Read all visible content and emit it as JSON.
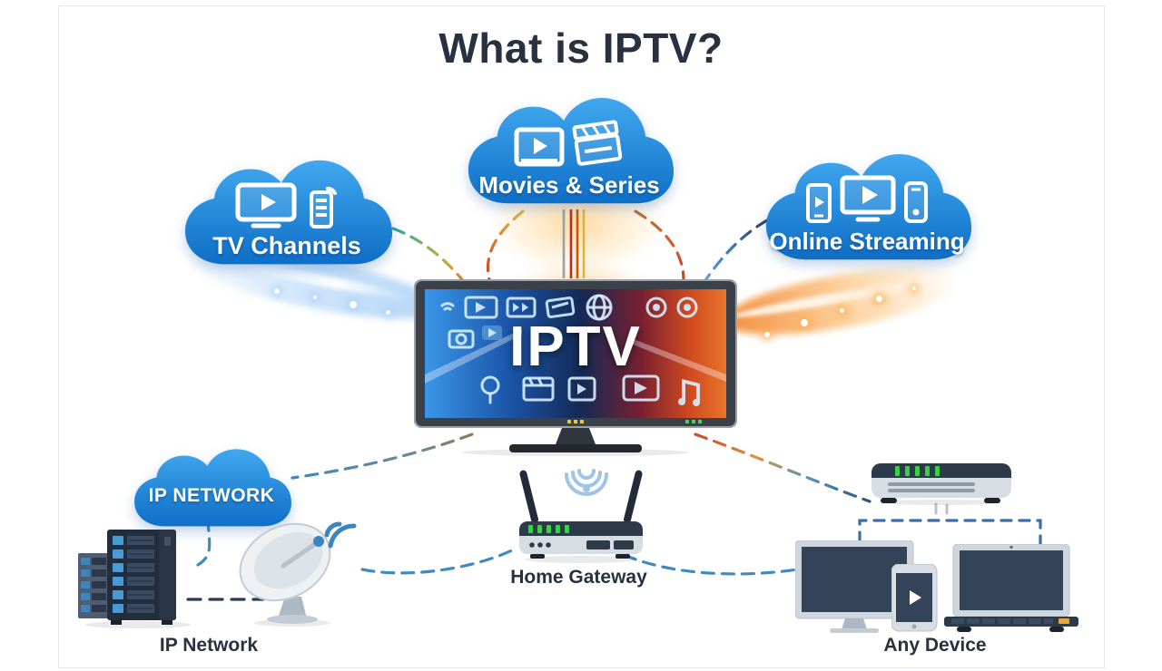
{
  "page": {
    "title": "What is IPTV?"
  },
  "clouds": {
    "tv_channels": {
      "label": "TV Channels"
    },
    "movies_series": {
      "label": "Movies & Series"
    },
    "online_streaming": {
      "label": "Online Streaming"
    },
    "ip_network": {
      "label": "IP NETWORK"
    }
  },
  "tv": {
    "screen_text": "IPTV"
  },
  "labels": {
    "ip_network": "IP Network",
    "home_gateway": "Home Gateway",
    "any_device": "Any Device"
  },
  "colors": {
    "cloud_top": "#41a8ef",
    "cloud_bottom": "#0f6ec6",
    "title_text": "#28313f",
    "label_text": "#28313f",
    "connector_blue": "#4189c2",
    "connector_navy": "#3d6ea5",
    "led_green": "#3ecf4a",
    "screen_blue": "#2f8de4",
    "screen_orange": "#e8742c"
  }
}
